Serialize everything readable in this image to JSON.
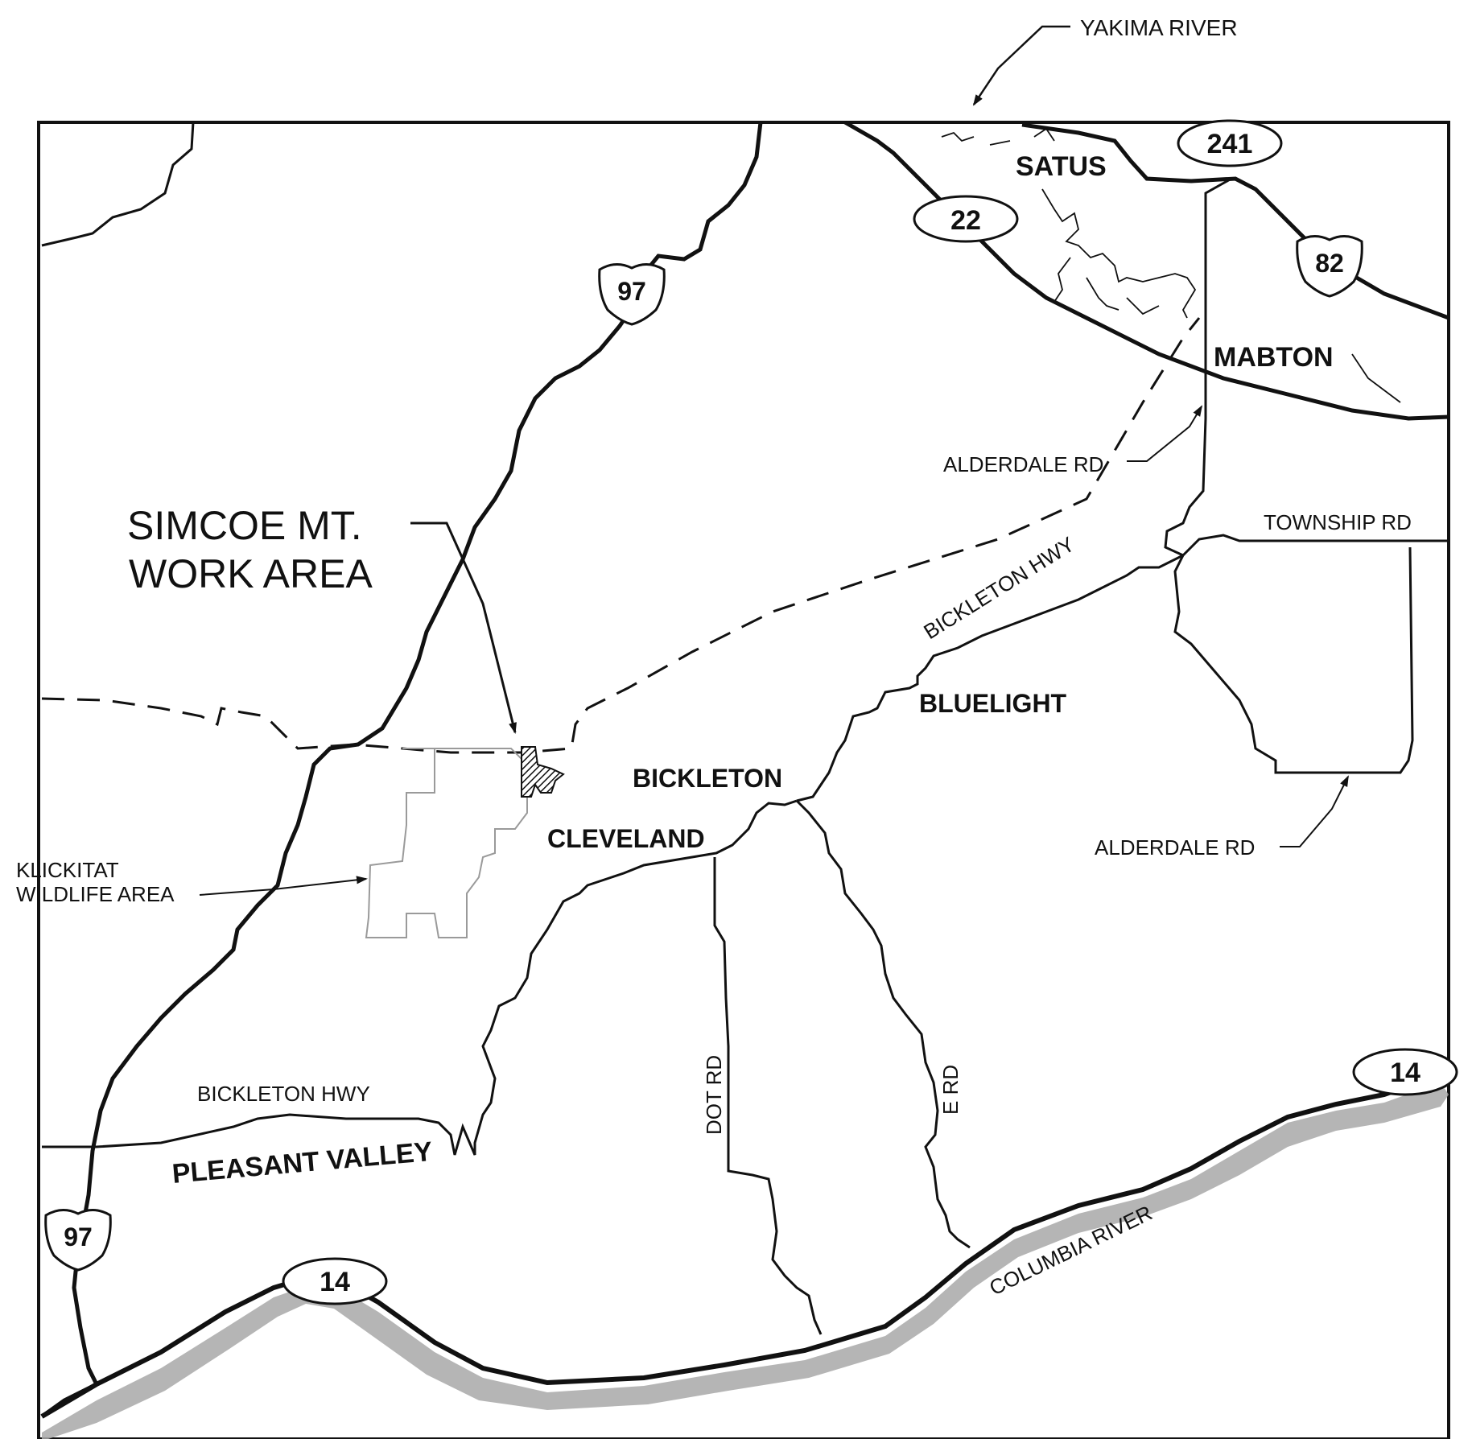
{
  "labels": {
    "yakima_river": "YAKIMA RIVER",
    "satus": "SATUS",
    "mabton": "MABTON",
    "alderdale_rd_north": "ALDERDALE RD",
    "township_rd": "TOWNSHIP RD",
    "bickleton_hwy_east": "BICKLETON HWY",
    "bluelight": "BLUELIGHT",
    "bickleton": "BICKLETON",
    "cleveland": "CLEVELAND",
    "alderdale_rd_south": "ALDERDALE RD",
    "work_area_line1": "SIMCOE MT.",
    "work_area_line2": "WORK AREA",
    "klickitat_line1": "KLICKITAT",
    "klickitat_line2": "WILDLIFE AREA",
    "bickleton_hwy_west": "BICKLETON HWY",
    "pleasant_valley": "PLEASANT VALLEY",
    "dot_rd": "DOT RD",
    "e_rd": "E RD",
    "columbia_river": "COLUMBIA RIVER"
  },
  "routes": {
    "us97_north": "97",
    "us97_south": "97",
    "sr22": "22",
    "sr241": "241",
    "us82": "82",
    "sr14_west": "14",
    "sr14_east": "14"
  },
  "colors": {
    "line": "#111111",
    "river_fill": "#a8a8a8",
    "wildlife_outline": "#9a9a9a",
    "background": "#ffffff"
  }
}
